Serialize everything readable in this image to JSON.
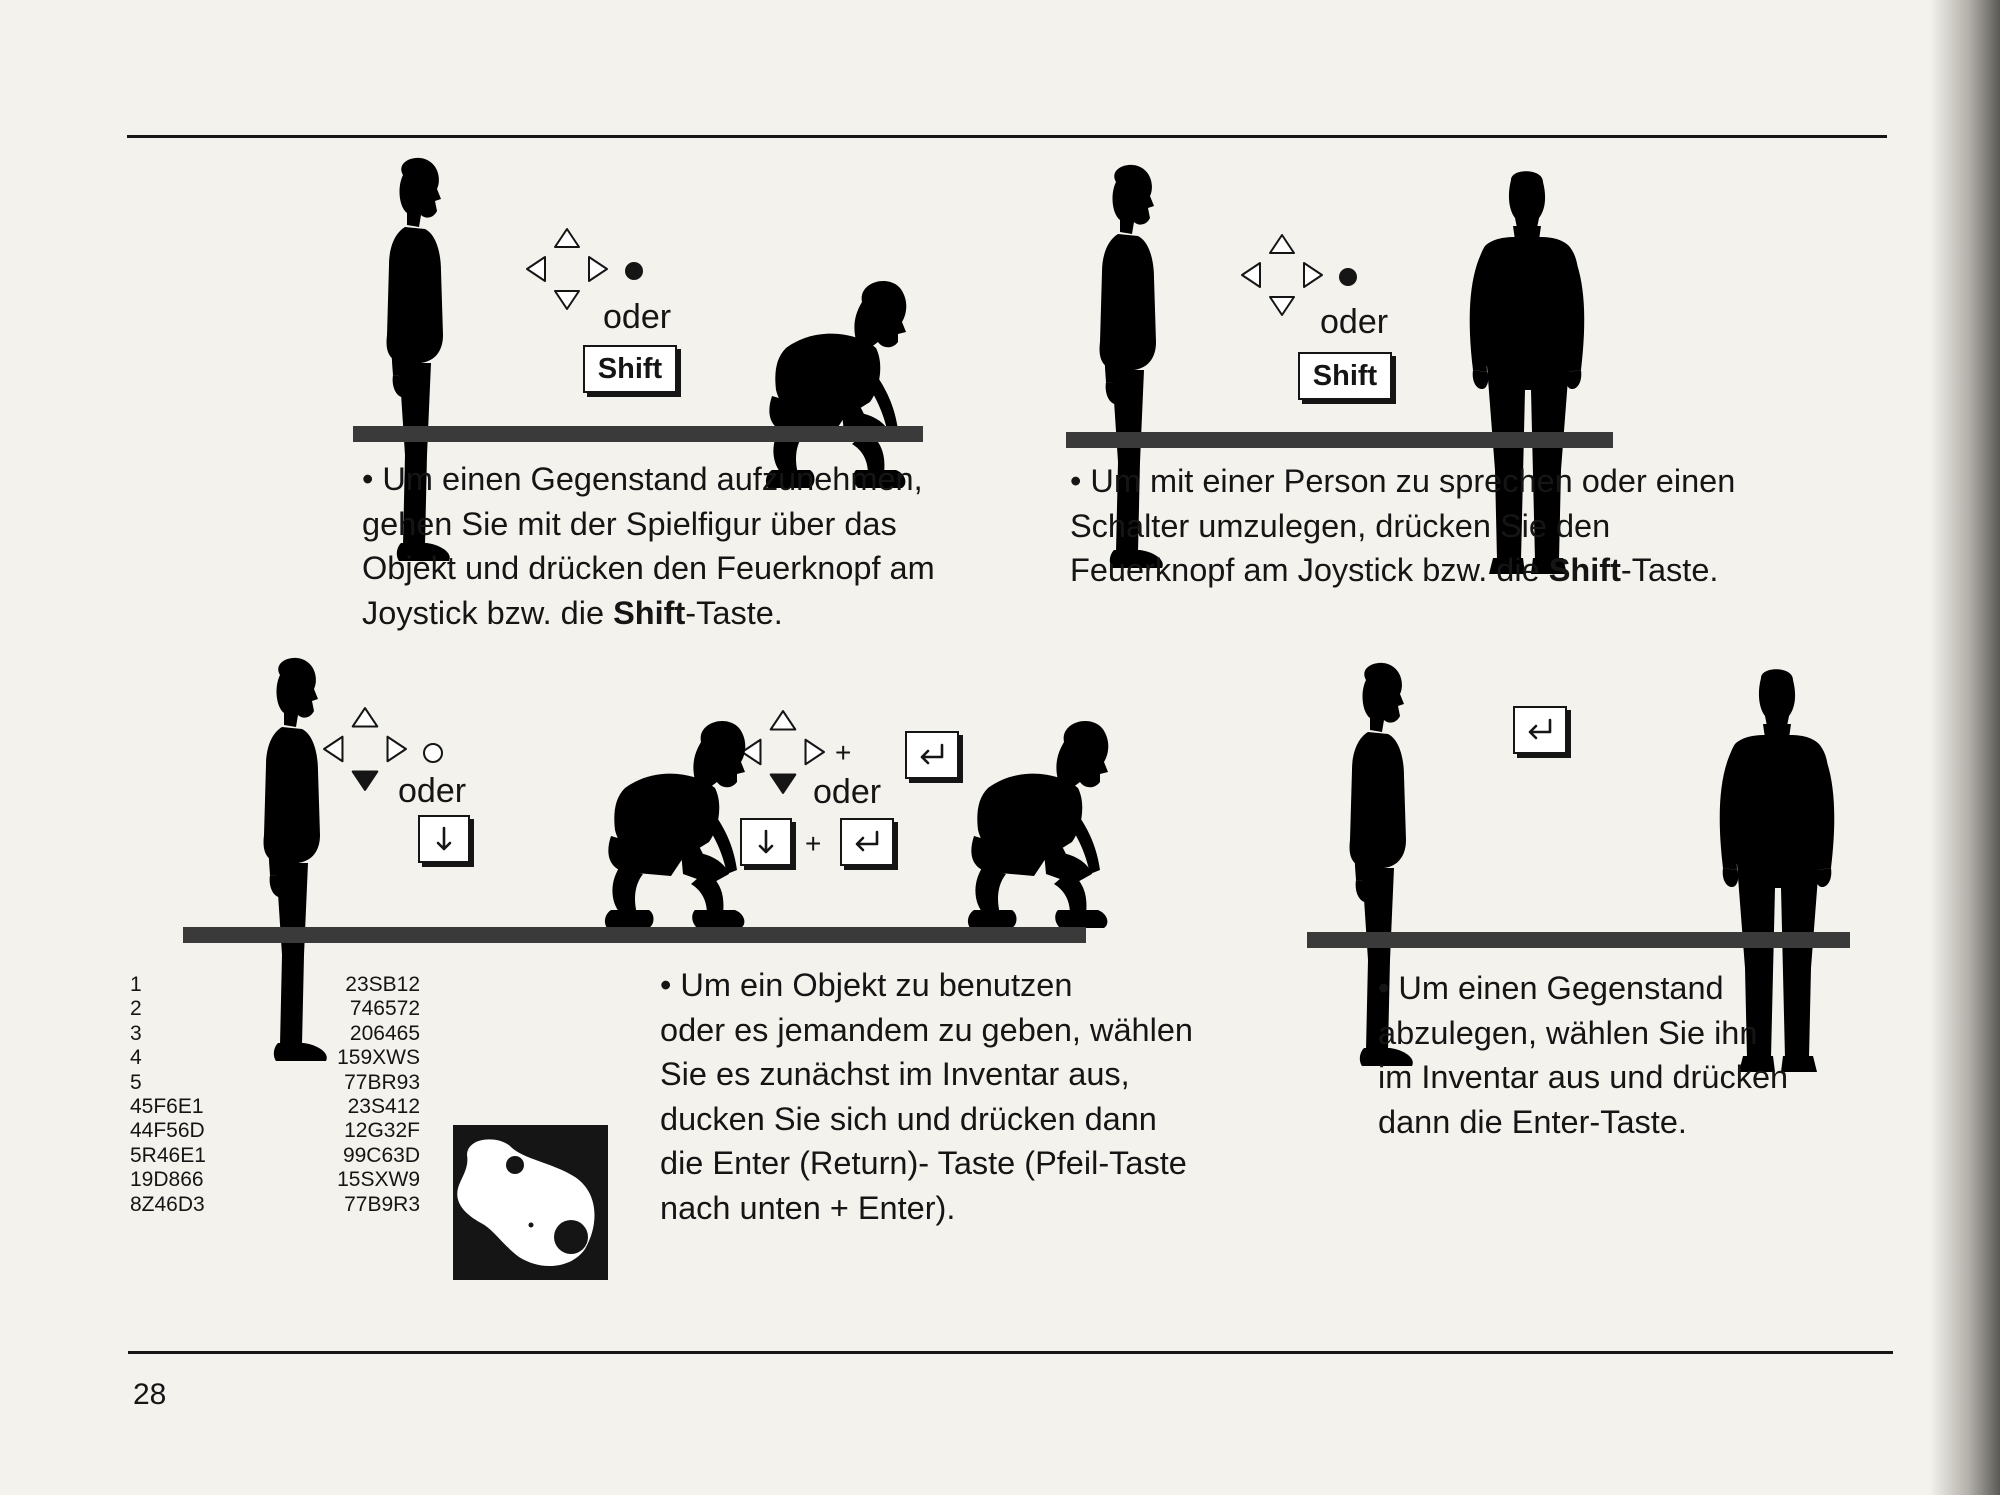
{
  "page": {
    "page_number": "28"
  },
  "keys": {
    "or_label": "oder",
    "plus_label": "+",
    "shift_label": "Shift"
  },
  "icons": {
    "dpad": "dpad-arrows-icon",
    "fire": "fire-button-icon",
    "enter": "enter-key-icon",
    "arrow_down": "arrow-down-key-icon"
  },
  "panels": {
    "pickup": {
      "bullet": "•",
      "lines": [
        "Um einen Gegenstand aufzunehmen,",
        "gehen Sie mit der Spielfigur über das",
        "Objekt und drücken den Feuerknopf am",
        "Joystick bzw. die "
      ],
      "key_word": "Shift",
      "suffix": "-Taste."
    },
    "talk": {
      "bullet": "•",
      "lines": [
        "Um mit einer Person zu sprechen oder einen",
        "Schalter umzulegen, drücken Sie den",
        "Feuerknopf am Joystick bzw. die "
      ],
      "key_word": "Shift",
      "suffix": "-Taste."
    },
    "use": {
      "bullet": "•",
      "lines": [
        "Um ein Objekt zu benutzen",
        "oder es jemandem zu geben, wählen",
        "Sie es zunächst im Inventar aus,",
        "ducken Sie sich und drücken dann",
        "die Enter (Return)- Taste (Pfeil-Taste",
        "nach unten + Enter)."
      ]
    },
    "drop": {
      "bullet": "•",
      "lines": [
        "Um einen Gegenstand",
        "abzulegen, wählen Sie ihn",
        "im Inventar aus und drücken",
        "dann die Enter-Taste."
      ]
    }
  },
  "code_table": [
    [
      "1",
      "23SB12"
    ],
    [
      "2",
      "746572"
    ],
    [
      "3",
      "206465"
    ],
    [
      "4",
      "159XWS"
    ],
    [
      "5",
      "77BR93"
    ],
    [
      "45F6E1",
      "23S412"
    ],
    [
      "44F56D",
      "12G32F"
    ],
    [
      "5R46E1",
      "99C63D"
    ],
    [
      "19D866",
      "15SXW9"
    ],
    [
      "8Z46D3",
      "77B9R3"
    ]
  ]
}
